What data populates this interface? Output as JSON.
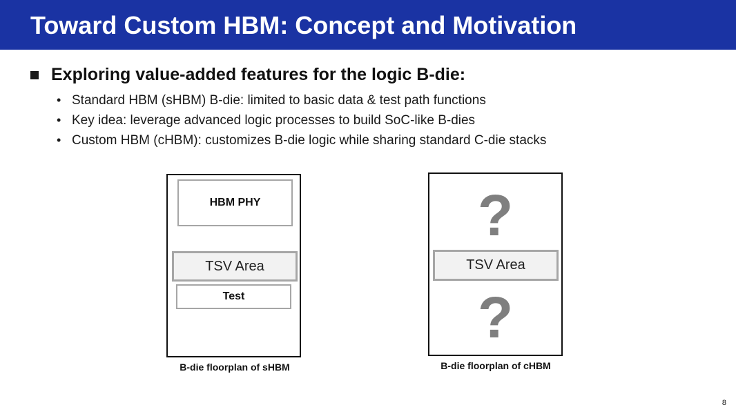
{
  "slide": {
    "title": "Toward Custom HBM: Concept and Motivation",
    "main_bullet": "Exploring value-added features for the logic B-die:",
    "sub_bullets": [
      "Standard HBM (sHBM) B-die: limited to basic data & test path functions",
      "Key idea: leverage advanced logic processes to build SoC-like B-dies",
      "Custom HBM (cHBM): customizes B-die logic while sharing standard C-die stacks"
    ],
    "page_number": "8",
    "colors": {
      "title_bar": "#1a33a3",
      "question_mark": "#7f7f7f",
      "block_border": "#a6a6a6"
    }
  },
  "shbm": {
    "phy_label": "HBM PHY",
    "tsv_label": "TSV Area",
    "test_label": "Test",
    "caption": "B-die floorplan of sHBM"
  },
  "chbm": {
    "question_top": "?",
    "tsv_label": "TSV Area",
    "question_bottom": "?",
    "caption": "B-die floorplan of cHBM"
  }
}
